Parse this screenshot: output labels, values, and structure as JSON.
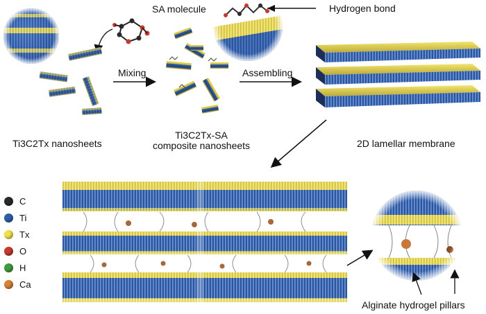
{
  "labels": {
    "sa_molecule": "SA molecule",
    "hydrogen_bond": "Hydrogen bond",
    "mixing": "Mixing",
    "assembling": "Assembling",
    "ti3c2tx_nanosheets": "Ti3C2Tx nanosheets",
    "composite_line1": "Ti3C2Tx-SA",
    "composite_line2": "composite nanosheets",
    "lamellar_membrane": "2D lamellar membrane",
    "alginate_pillars": "Alginate hydrogel pillars"
  },
  "legend": [
    {
      "label": "C",
      "color": "#2b2b2b"
    },
    {
      "label": "Ti",
      "color": "#2f5fa8"
    },
    {
      "label": "Tx",
      "color": "#f2e04a"
    },
    {
      "label": "O",
      "color": "#c83a2e"
    },
    {
      "label": "H",
      "color": "#3f9b3f"
    },
    {
      "label": "Ca",
      "color": "#d9823a"
    }
  ],
  "colors": {
    "ti_blue": "#2f5fa8",
    "tx_yellow": "#e9d84a",
    "dark": "#1b2a45"
  }
}
